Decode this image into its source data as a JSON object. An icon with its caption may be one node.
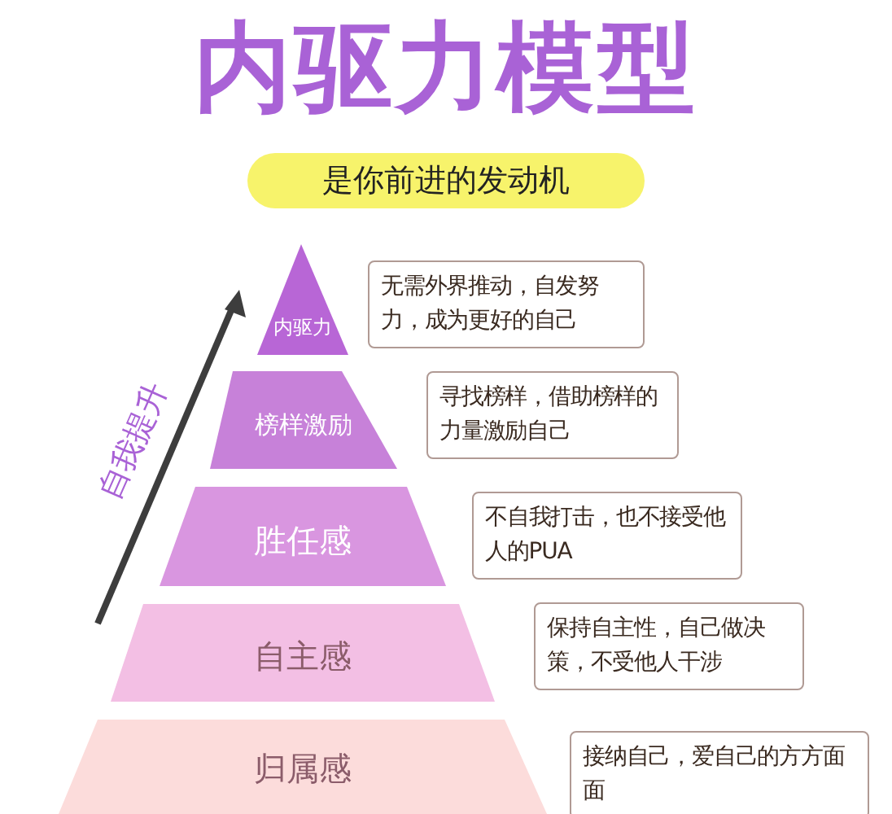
{
  "diagram": {
    "title": "内驱力模型",
    "nodes": [
      {
        "text": [
          "是你前进的发动机"
        ]
      },
      {
        "text": [
          "内驱力"
        ]
      },
      {
        "text": [
          "无需外界推动，自发努力，成为更好的自己"
        ]
      },
      {
        "text": [
          "榜样激励"
        ]
      },
      {
        "text": [
          "寻找榜样，借助榜样的力量激励自己"
        ]
      },
      {
        "text": [
          "胜任感"
        ]
      },
      {
        "text": [
          "不自我打击，也不接受他人的PUA"
        ]
      },
      {
        "text": [
          "自主感"
        ]
      },
      {
        "text": [
          "保持自主性，自己做决策，不受他人干涉"
        ]
      },
      {
        "text": [
          "归属感"
        ]
      },
      {
        "text": [
          "接纳自己，爱自己的方方面面"
        ]
      }
    ],
    "labels": [
      "自我提升"
    ]
  }
}
